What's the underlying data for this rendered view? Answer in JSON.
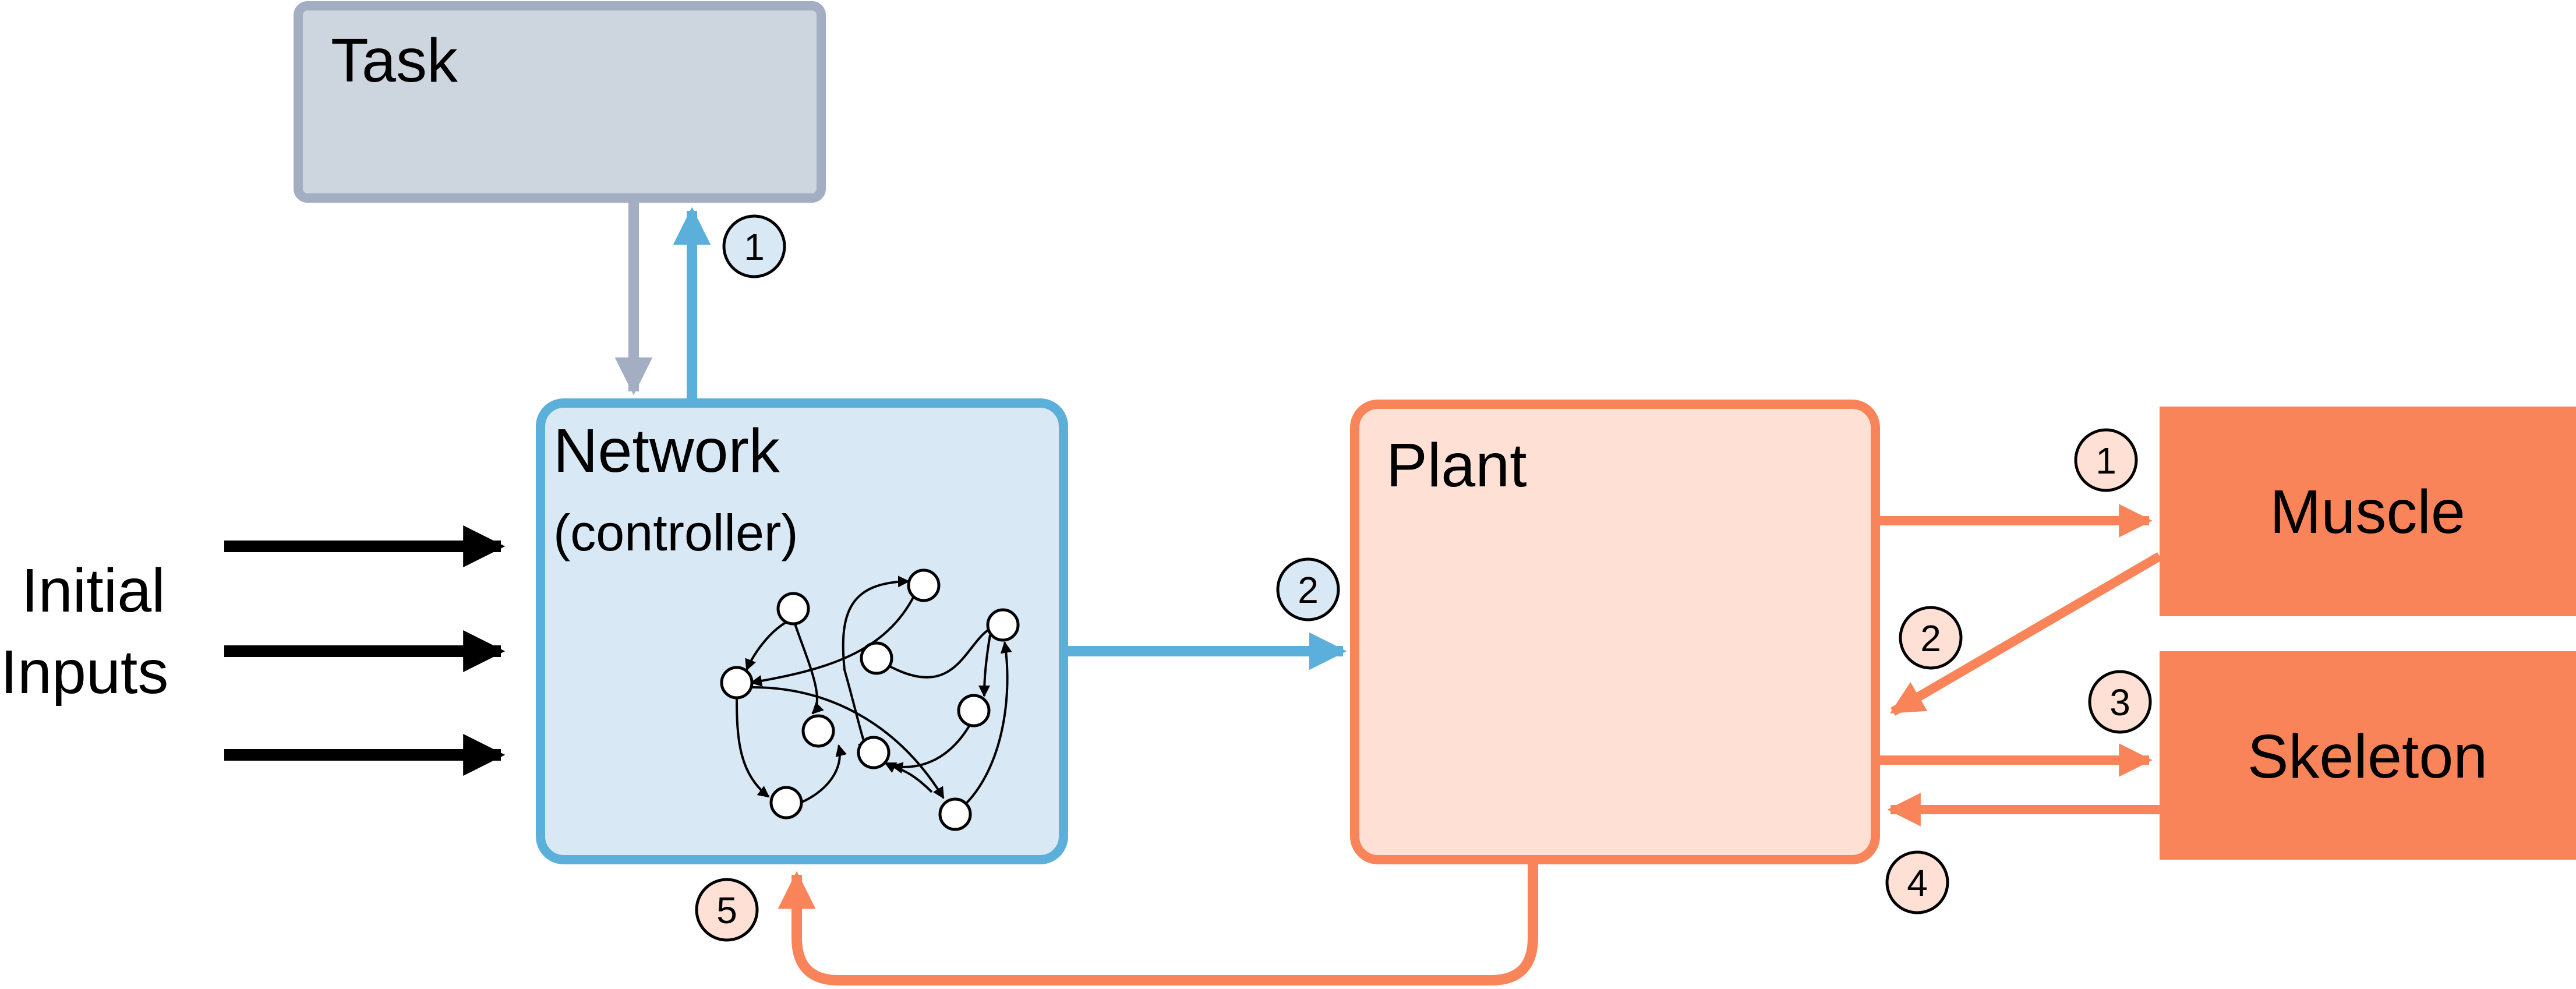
{
  "colors": {
    "task_fill": "#CDD5DF",
    "task_stroke": "#A3AEC2",
    "network_fill": "#D8E8F5",
    "network_stroke": "#5BAFDB",
    "plant_fill": "#FFE0D4",
    "plant_stroke": "#FA8459",
    "muscle_fill": "#FA8459",
    "skeleton_fill": "#FA8459",
    "input_arrow": "#000000",
    "badge_blue_fill": "#D8E8F5",
    "badge_orange_fill": "#FFE0D4"
  },
  "task": {
    "label": "Task"
  },
  "network": {
    "label": "Network",
    "sublabel": "(controller)"
  },
  "plant": {
    "label": "Plant"
  },
  "muscle": {
    "label": "Muscle"
  },
  "skeleton": {
    "label": "Skeleton"
  },
  "inputs": {
    "line1": "Initial",
    "line2": "Inputs"
  },
  "badges": {
    "network_to_task": "1",
    "network_to_plant": "2",
    "plant_to_network": "5",
    "plant_to_muscle": "1",
    "muscle_to_plant": "2",
    "plant_to_skeleton": "3",
    "skeleton_to_plant": "4"
  }
}
